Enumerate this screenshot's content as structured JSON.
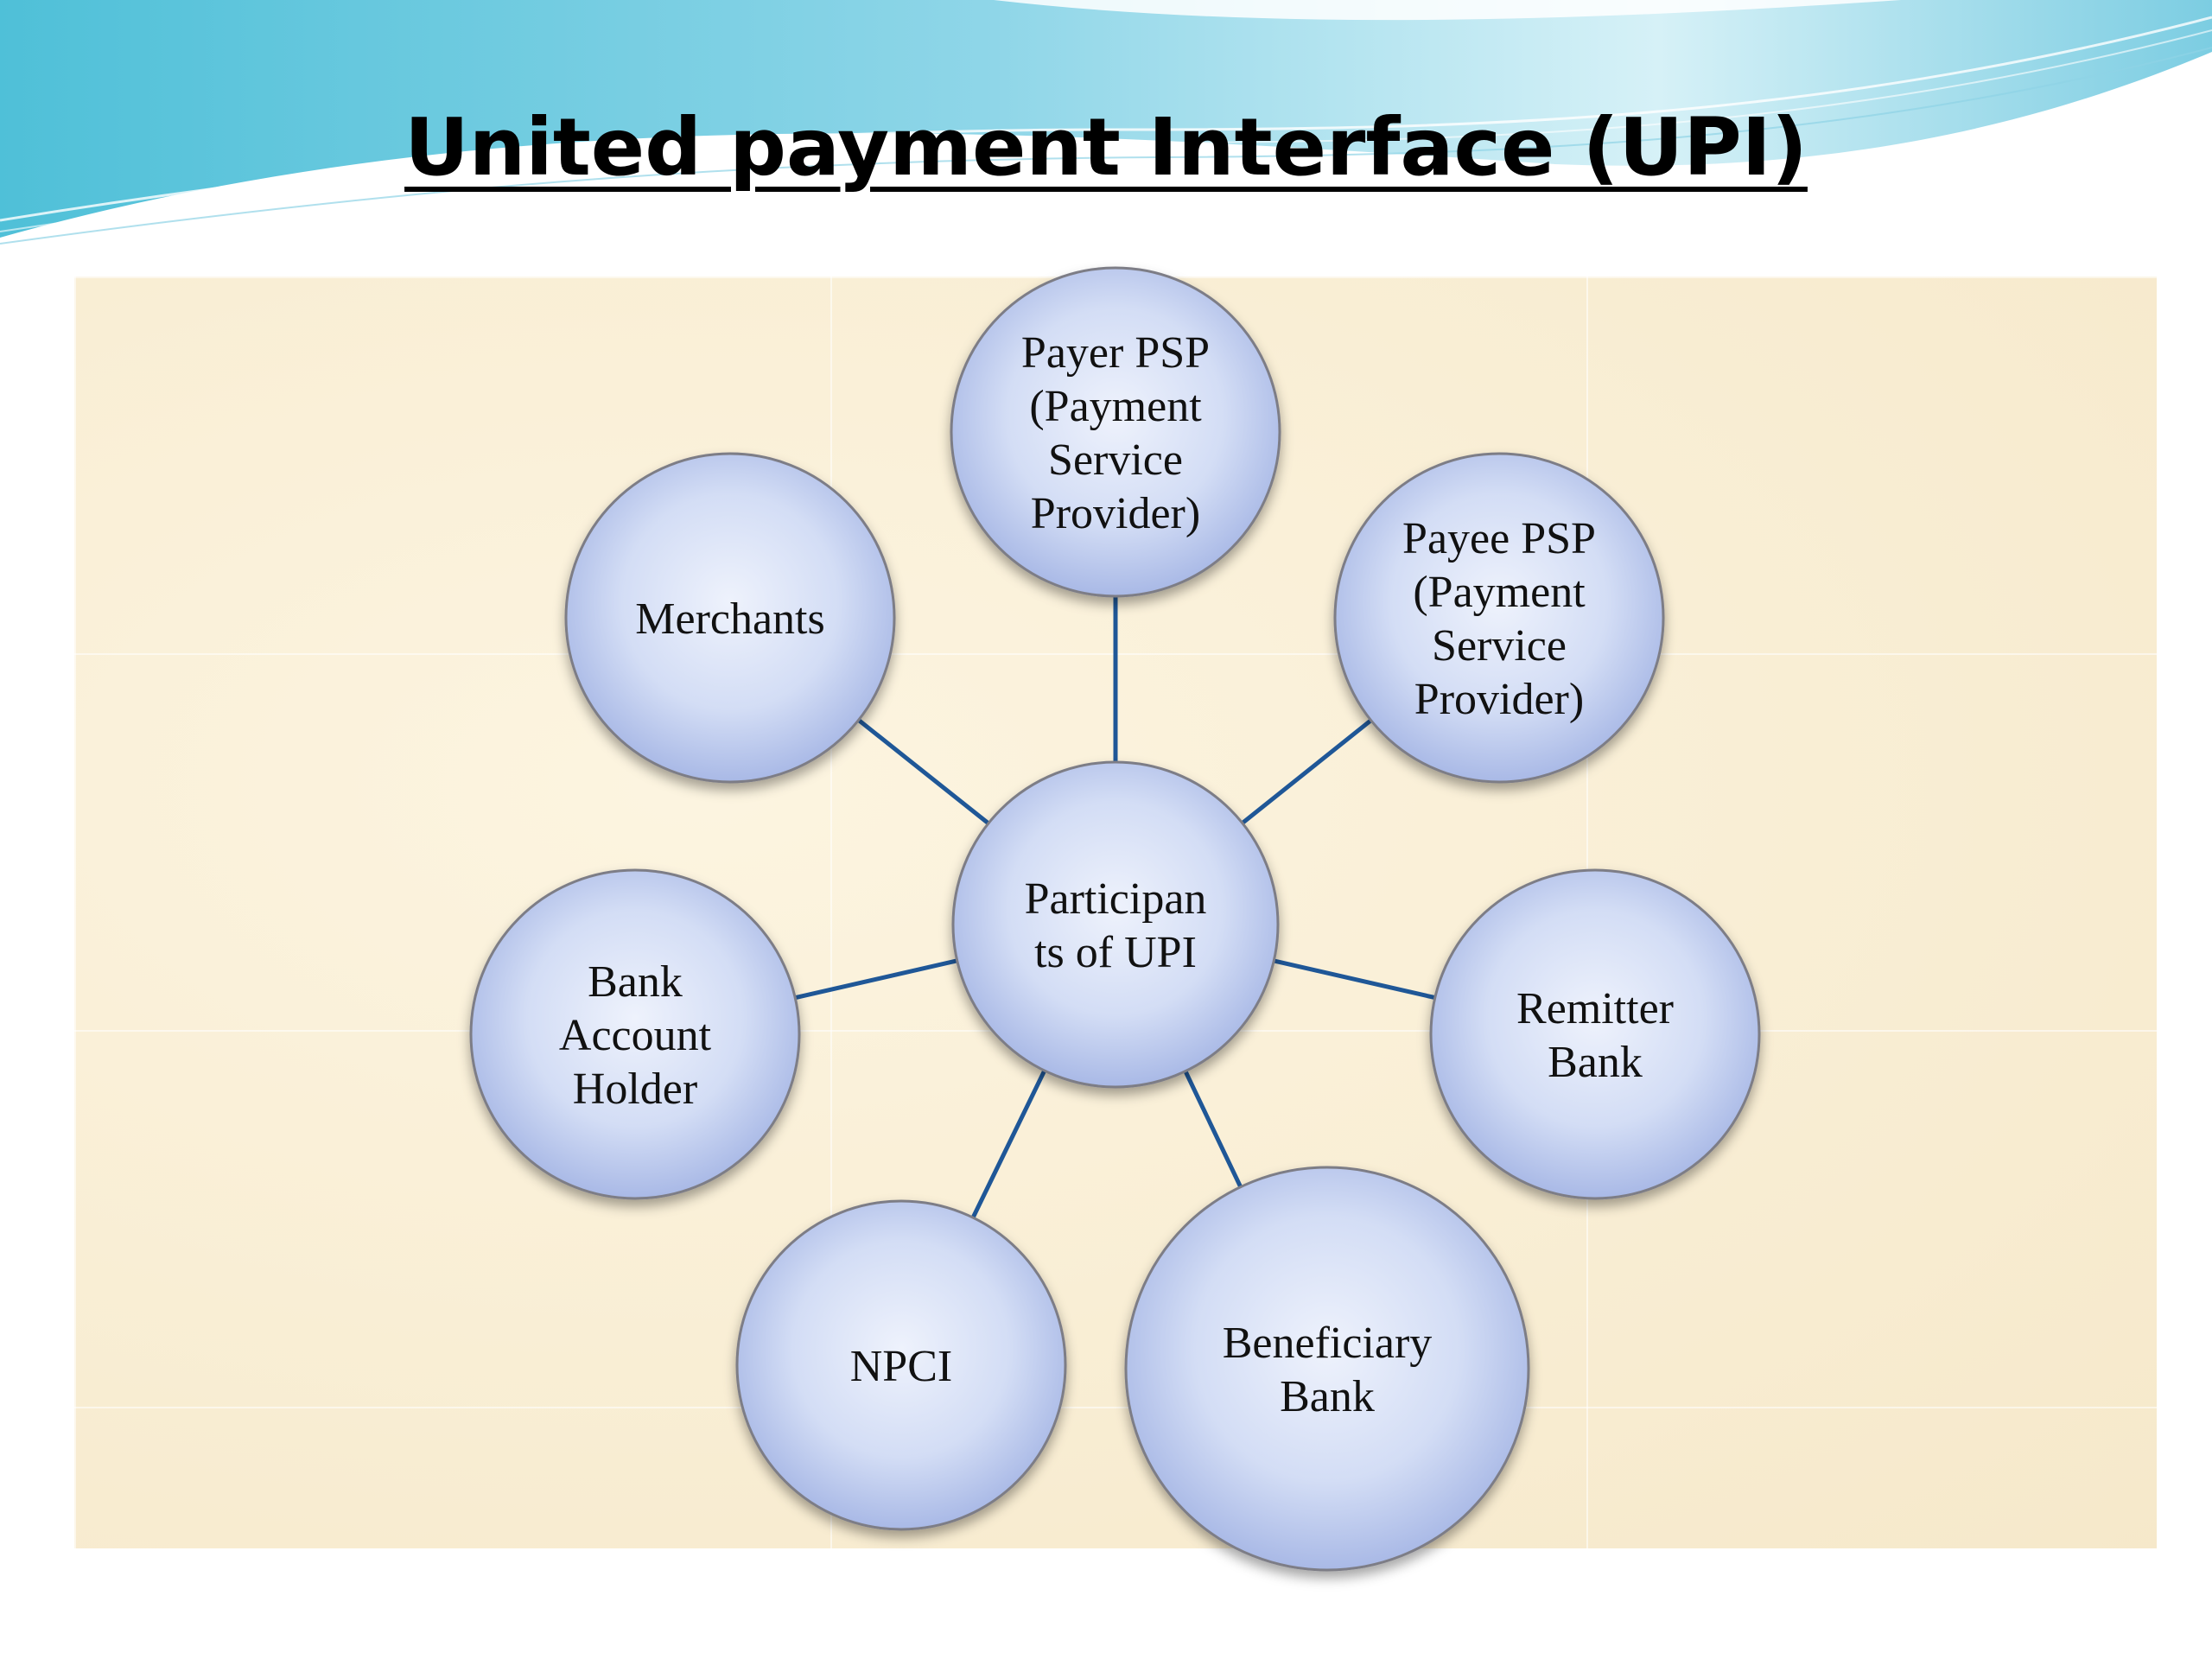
{
  "title": "United payment Interface (UPI)",
  "colors": {
    "header_wave_dark": "#5bc3d9",
    "header_wave_light": "#bfe9f3",
    "panel_background": "#f8ecd0",
    "node_fill_center": "#eef2fc",
    "node_fill_edge": "#a9b9e6",
    "node_stroke": "#7d7d86",
    "connector": "#1f5797"
  },
  "diagram": {
    "hub": {
      "lines": [
        "Participan",
        "ts of UPI"
      ]
    },
    "nodes": [
      {
        "id": "payer-psp",
        "lines": [
          "Payer PSP",
          "(Payment",
          "Service",
          "Provider)"
        ]
      },
      {
        "id": "payee-psp",
        "lines": [
          "Payee PSP",
          "(Payment",
          "Service",
          "Provider)"
        ]
      },
      {
        "id": "remitter-bank",
        "lines": [
          "Remitter",
          "Bank"
        ]
      },
      {
        "id": "beneficiary-bank",
        "lines": [
          "Beneficiary",
          "Bank"
        ]
      },
      {
        "id": "npci",
        "lines": [
          "NPCI"
        ]
      },
      {
        "id": "bank-account-holder",
        "lines": [
          "Bank",
          "Account",
          "Holder"
        ]
      },
      {
        "id": "merchants",
        "lines": [
          "Merchants"
        ]
      }
    ]
  }
}
